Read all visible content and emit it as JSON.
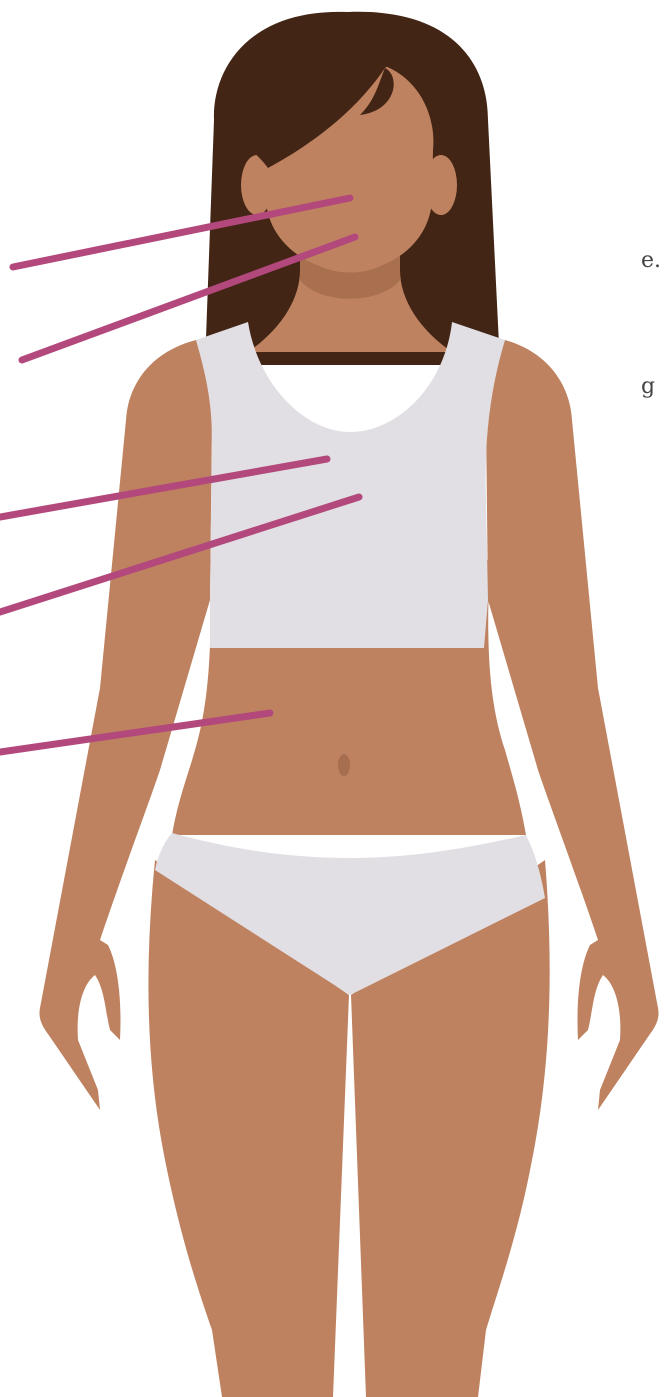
{
  "colors": {
    "skin": "#bf8260",
    "skin_shade": "#a8704f",
    "hair": "#422515",
    "garment": "#e1dfe4",
    "navel": "#a66e4e",
    "pointer": "#b3487c",
    "caption_text": "#444444"
  },
  "captions": [
    "e.",
    "g"
  ],
  "pointers": [
    "face-pointer-1",
    "face-pointer-2",
    "chest-pointer-1",
    "chest-pointer-2",
    "abdomen-pointer"
  ]
}
